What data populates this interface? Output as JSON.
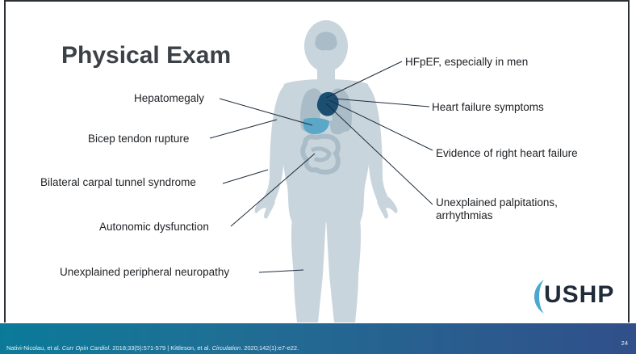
{
  "slide": {
    "title": "Physical Exam",
    "page_number": "24",
    "labels": {
      "hfpef": "HFpEF, especially in men",
      "heart_failure_symptoms": "Heart failure symptoms",
      "right_heart_failure": "Evidence of right heart failure",
      "palpitations_line1": "Unexplained palpitations,",
      "palpitations_line2": "arrhythmias",
      "hepatomegaly": "Hepatomegaly",
      "bicep": "Bicep tendon rupture",
      "carpal": "Bilateral carpal tunnel syndrome",
      "autonomic": "Autonomic dysfunction",
      "neuropathy": "Unexplained peripheral neuropathy"
    },
    "footer": {
      "part1": "Nativi-Nicolau, et al. ",
      "journal1": "Curr Opin Cardiol",
      "part2": ". 2018;33(5):571-579 | Kittleson, et al. ",
      "journal2": "Circulation",
      "part3": ". 2020;142(1):e7-e22."
    },
    "logo_text": "USHP",
    "colors": {
      "body": "#c9d5dc",
      "organs": "#a9bcc8",
      "liver": "#5aa7c8",
      "heart": "#1a4f72",
      "leader_line": "#1f2d3d",
      "footer": "#1f6f95"
    }
  }
}
